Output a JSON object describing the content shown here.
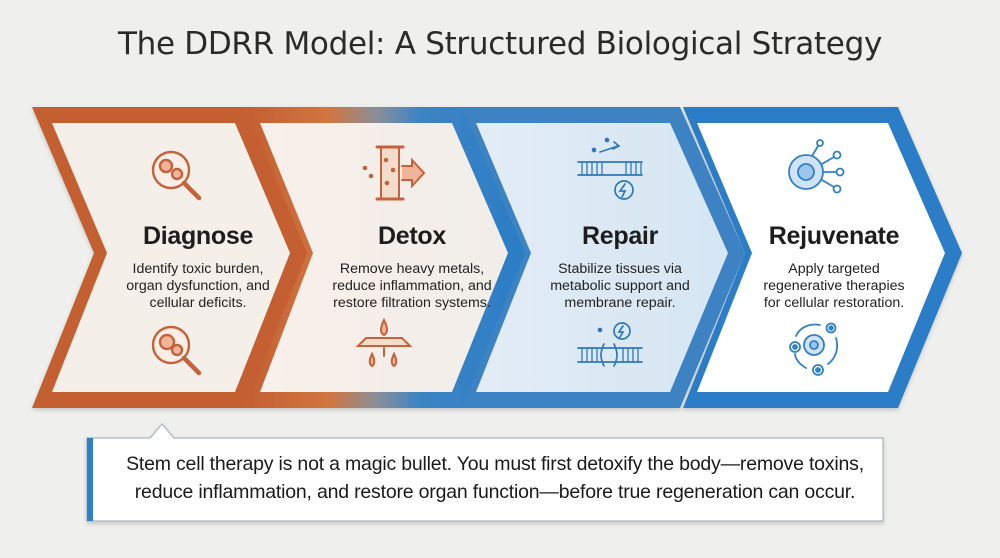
{
  "title": "The DDRR Model: A Structured Biological Strategy",
  "stages": [
    {
      "name": "Diagnose",
      "description": "Identify toxic burden, organ dysfunction, and cellular deficits.",
      "icons": [
        "magnifier-cell-icon",
        "magnifier-organ-icon"
      ],
      "color": "#c8663a"
    },
    {
      "name": "Detox",
      "description": "Remove heavy metals, reduce inflammation, and restore filtration systems.",
      "icons": [
        "filter-arrow-icon",
        "filtration-drops-icon"
      ],
      "color": "#d2773f"
    },
    {
      "name": "Repair",
      "description": "Stabilize tissues via metabolic support and membrane repair.",
      "icons": [
        "membrane-energy-icon",
        "membrane-repair-icon"
      ],
      "color": "#3f84c4"
    },
    {
      "name": "Rejuvenate",
      "description": "Apply targeted regenerative therapies for cellular restoration.",
      "icons": [
        "stem-cell-icon",
        "cell-renewal-cycle-icon"
      ],
      "color": "#2d7fc6"
    }
  ],
  "callout": {
    "text": "Stem cell therapy is not a magic bullet. You must first detoxify the body—remove toxins, reduce inflammation, and restore organ function—before true regeneration can occur.",
    "accent_color": "#2f80c8"
  },
  "colors": {
    "orange": "#c8663a",
    "blue": "#2d7fc6",
    "gray": "#8a8f96"
  }
}
